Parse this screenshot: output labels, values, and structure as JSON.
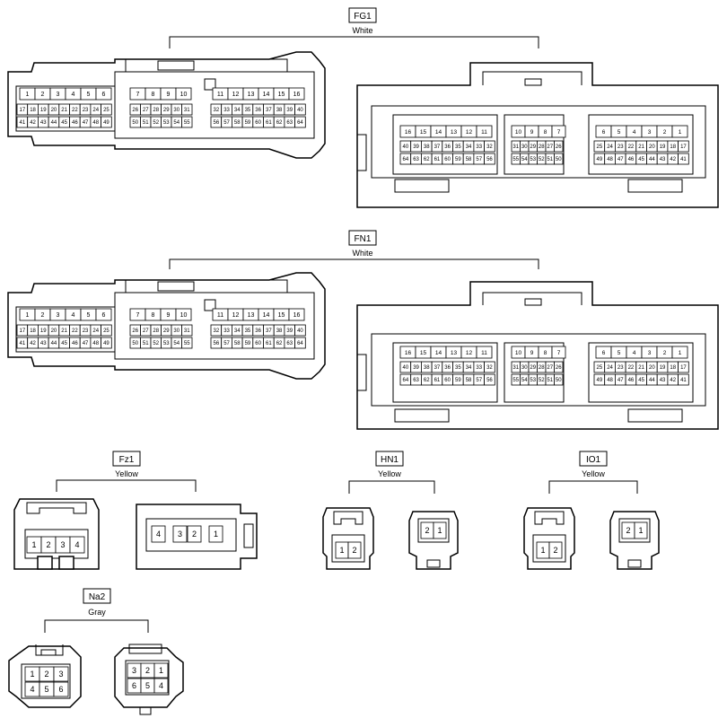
{
  "connectors": [
    {
      "id": "FG1",
      "color": "White"
    },
    {
      "id": "FN1",
      "color": "White"
    },
    {
      "id": "Fz1",
      "color": "Yellow"
    },
    {
      "id": "HN1",
      "color": "Yellow"
    },
    {
      "id": "IO1",
      "color": "Yellow"
    },
    {
      "id": "Na2",
      "color": "Gray"
    }
  ],
  "big_pins": {
    "left": {
      "groupA": {
        "r1": [
          "1",
          "2",
          "3",
          "4",
          "5",
          "6"
        ],
        "r2": [
          "17",
          "18",
          "19",
          "20",
          "21",
          "22",
          "23",
          "24",
          "25"
        ],
        "r3": [
          "41",
          "42",
          "43",
          "44",
          "45",
          "46",
          "47",
          "48",
          "49"
        ]
      },
      "groupB": {
        "r1": [
          "7",
          "8",
          "9",
          "10"
        ],
        "r2": [
          "26",
          "27",
          "28",
          "29",
          "30",
          "31"
        ],
        "r3": [
          "50",
          "51",
          "52",
          "53",
          "54",
          "55"
        ]
      },
      "groupC": {
        "r1": [
          "11",
          "12",
          "13",
          "14",
          "15",
          "16"
        ],
        "r2": [
          "32",
          "33",
          "34",
          "35",
          "36",
          "37",
          "38",
          "39",
          "40"
        ],
        "r3": [
          "56",
          "57",
          "58",
          "59",
          "60",
          "61",
          "62",
          "63",
          "64"
        ]
      }
    },
    "right": {
      "groupA": {
        "r1": [
          "16",
          "15",
          "14",
          "13",
          "12",
          "11"
        ],
        "r2": [
          "40",
          "39",
          "38",
          "37",
          "36",
          "35",
          "34",
          "33",
          "32"
        ],
        "r3": [
          "64",
          "63",
          "62",
          "61",
          "60",
          "59",
          "58",
          "57",
          "56"
        ]
      },
      "groupB": {
        "r1": [
          "10",
          "9",
          "8",
          "7"
        ],
        "r2": [
          "31",
          "30",
          "29",
          "28",
          "27",
          "26"
        ],
        "r3": [
          "55",
          "54",
          "53",
          "52",
          "51",
          "50"
        ]
      },
      "groupC": {
        "r1": [
          "6",
          "5",
          "4",
          "3",
          "2",
          "1"
        ],
        "r2": [
          "25",
          "24",
          "23",
          "22",
          "21",
          "20",
          "19",
          "18",
          "17"
        ],
        "r3": [
          "49",
          "48",
          "47",
          "46",
          "45",
          "44",
          "43",
          "42",
          "41"
        ]
      }
    }
  },
  "fz1_pins": {
    "left": [
      "1",
      "2",
      "3",
      "4"
    ],
    "right": [
      "4",
      "3",
      "2",
      "1"
    ]
  },
  "yellow_pins": {
    "left": [
      "1",
      "2"
    ],
    "right": [
      "2",
      "1"
    ]
  },
  "na2_pins": {
    "left": {
      "top": [
        "1",
        "2",
        "3"
      ],
      "bottom": [
        "4",
        "5",
        "6"
      ]
    },
    "right": {
      "top": [
        "3",
        "2",
        "1"
      ],
      "bottom": [
        "6",
        "5",
        "4"
      ]
    }
  }
}
